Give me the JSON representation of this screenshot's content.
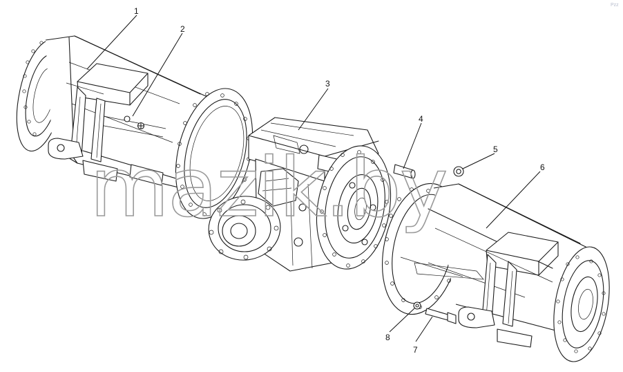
{
  "watermark": "mazik.by",
  "corner_mark": "Pzz",
  "callouts": [
    {
      "id": "1",
      "label": "1"
    },
    {
      "id": "2",
      "label": "2"
    },
    {
      "id": "3",
      "label": "3"
    },
    {
      "id": "4",
      "label": "4"
    },
    {
      "id": "5",
      "label": "5"
    },
    {
      "id": "6",
      "label": "6"
    },
    {
      "id": "7",
      "label": "7"
    },
    {
      "id": "8",
      "label": "8"
    }
  ]
}
